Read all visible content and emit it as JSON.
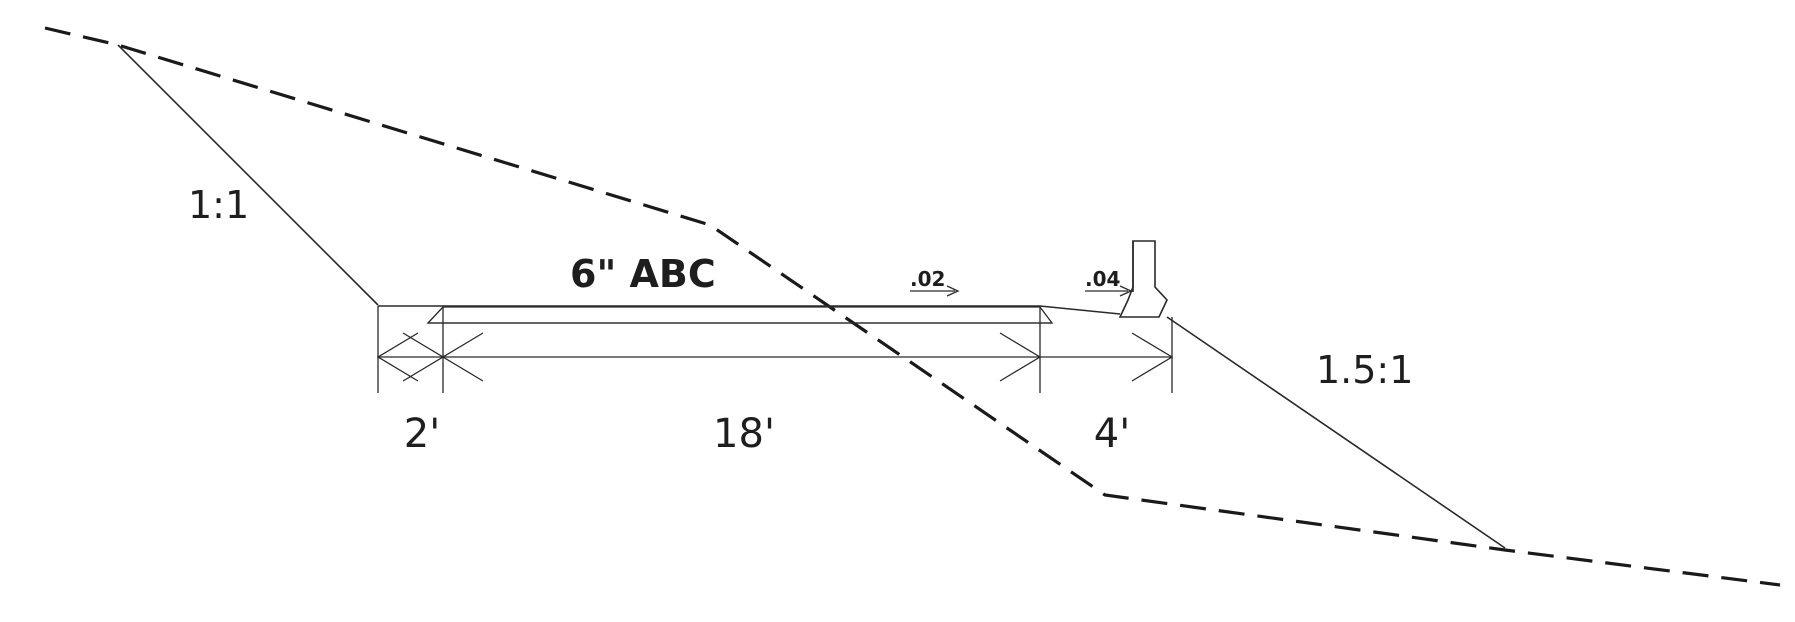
{
  "labels": {
    "material": "6\" ABC",
    "grade_left": ".02",
    "grade_right": ".04",
    "slope_left": "1:1",
    "slope_right": "1.5:1"
  },
  "dimensions": [
    "2'",
    "18'",
    "4'"
  ],
  "colors": {
    "line": "#2a2a2a",
    "ground": "#1a1a1a",
    "background": "#ffffff"
  }
}
